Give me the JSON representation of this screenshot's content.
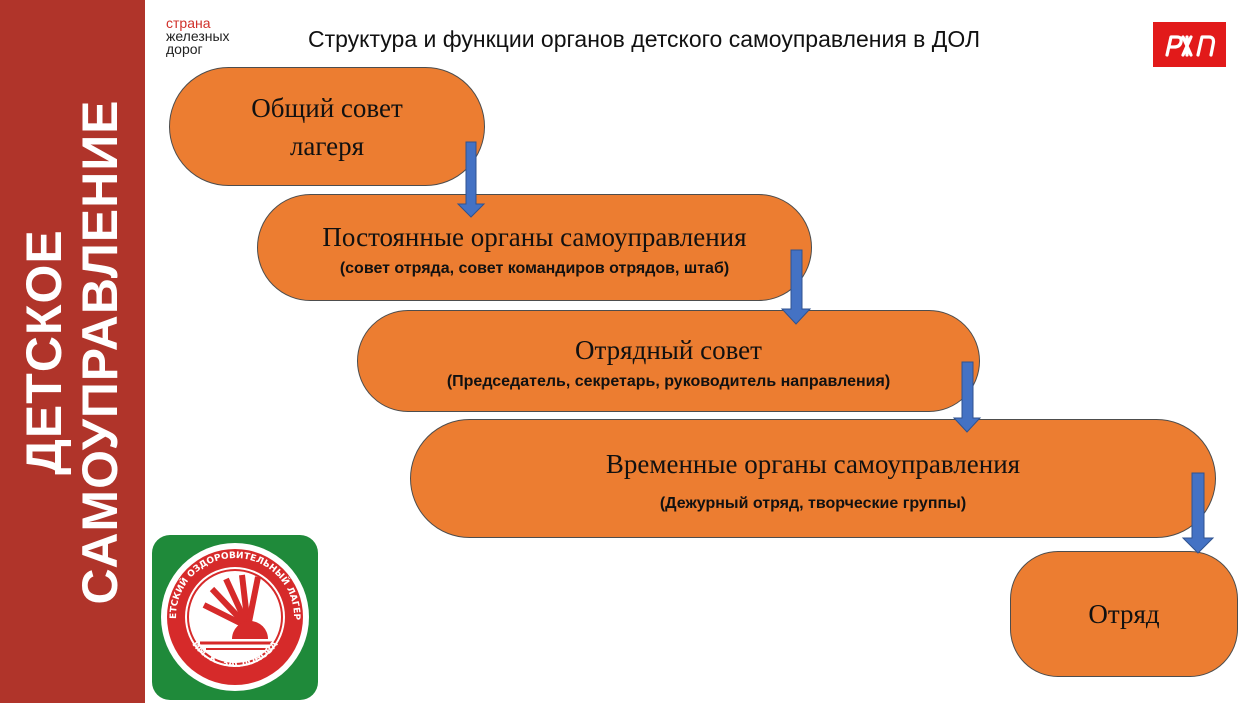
{
  "sidebar": {
    "line1": "ДЕТСКОЕ",
    "line2": "САМОУПРАВЛЕНИЕ"
  },
  "brand": {
    "line1": "страна",
    "line2": "железных",
    "line3": "дорог"
  },
  "title": "Структура и функции органов детского самоуправления в ДОЛ",
  "rzd_logo": {
    "text": "РЖД",
    "color": "#e21a1a"
  },
  "camp_logo": {
    "ring_text": "ДЕТСКИЙ ОЗДОРОВИТЕЛЬНЫЙ ЛАГЕРЬ",
    "bottom_text": "ИМ. К. ЗАСЛОНОВА"
  },
  "colors": {
    "sidebar": "#b0342a",
    "box_fill": "#ec7d31",
    "arrow": "#4472c4",
    "logo_green": "#1f8a3a"
  },
  "boxes": [
    {
      "title": "Общий совет лагеря"
    },
    {
      "title": "Постоянные органы самоуправления",
      "subtitle": "(совет отряда, совет командиров отрядов, штаб)"
    },
    {
      "title": "Отрядный совет",
      "subtitle": "(Председатель, секретарь, руководитель направления)"
    },
    {
      "title": "Временные органы самоуправления",
      "subtitle": "(Дежурный отряд, творческие группы)"
    },
    {
      "title": "Отряд"
    }
  ]
}
